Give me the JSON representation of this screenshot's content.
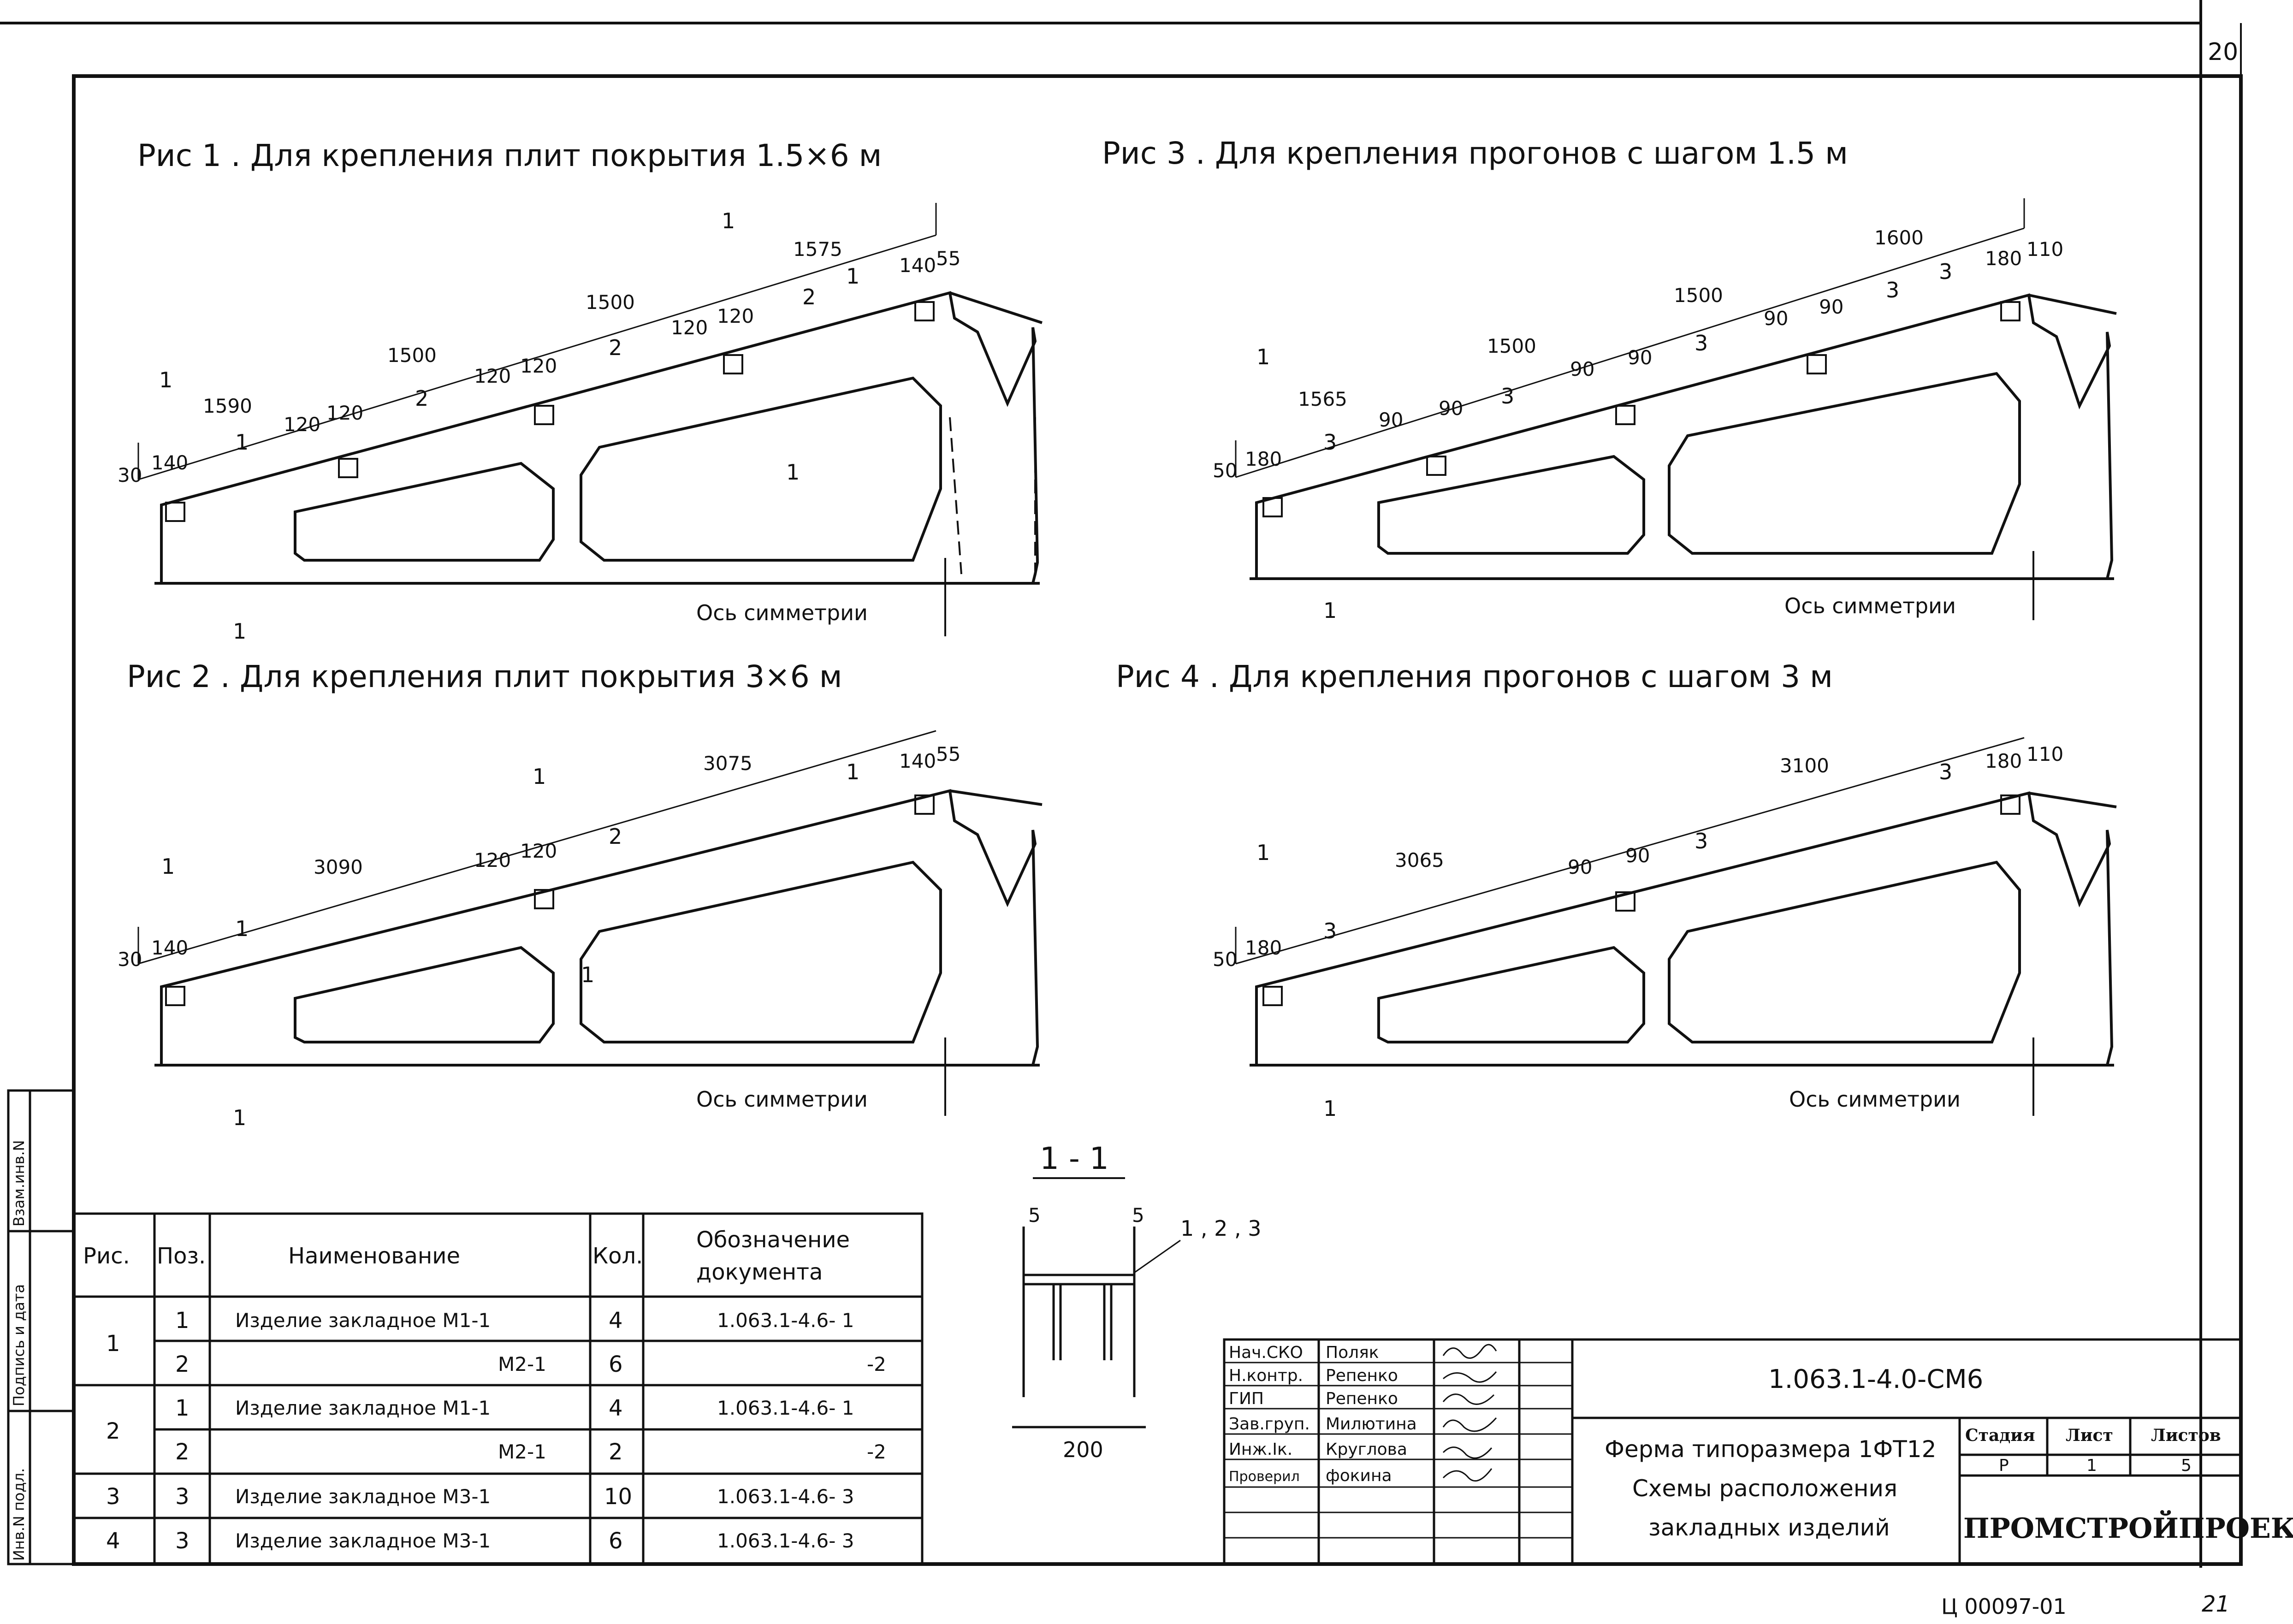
{
  "sheet": {
    "corner_number": "20",
    "page_number": "21",
    "archive_code": "Ц 00097-01"
  },
  "figures": {
    "fig1": {
      "title": "Рис 1 . Для крепления плит покрытия 1.5×6 м",
      "dims": [
        "30",
        "140",
        "1590",
        "120",
        "120",
        "1500",
        "120",
        "120",
        "1500",
        "120",
        "120",
        "1575",
        "140",
        "55"
      ],
      "positions": [
        "1",
        "2",
        "2",
        "2",
        "1"
      ],
      "section_marks": [
        "1",
        "1",
        "1",
        "1"
      ],
      "axis_label": "Ось симметрии"
    },
    "fig2": {
      "title": "Рис 2 . Для крепления плит покрытия 3×6 м",
      "dims": [
        "30",
        "140",
        "3090",
        "120",
        "120",
        "3075",
        "140",
        "55"
      ],
      "positions": [
        "1",
        "2",
        "1",
        "1"
      ],
      "section_marks": [
        "1",
        "1",
        "1"
      ],
      "axis_label": "Ось симметрии"
    },
    "fig3": {
      "title": "Рис 3 . Для крепления прогонов с шагом 1.5 м",
      "dims": [
        "50",
        "180",
        "1565",
        "90",
        "90",
        "1500",
        "90",
        "90",
        "1500",
        "90",
        "90",
        "1600",
        "180",
        "110"
      ],
      "positions": [
        "3",
        "3",
        "3",
        "3",
        "3"
      ],
      "section_marks": [
        "1",
        "1"
      ],
      "axis_label": "Ось симметрии"
    },
    "fig4": {
      "title": "Рис 4 . Для крепления прогонов с шагом 3 м",
      "dims": [
        "50",
        "180",
        "3065",
        "90",
        "90",
        "3100",
        "180",
        "110"
      ],
      "positions": [
        "3",
        "3",
        "3"
      ],
      "section_marks": [
        "1",
        "1"
      ],
      "axis_label": "Ось симметрии"
    }
  },
  "section": {
    "title": "1 - 1",
    "dim_left": "5",
    "dim_right": "5",
    "leader": "1 , 2 , 3",
    "width": "200"
  },
  "spec_table": {
    "headers": [
      "Рис.",
      "Поз.",
      "Наименование",
      "Кол.",
      "Обозначение документа"
    ],
    "header_doc_line1": "Обозначение",
    "header_doc_line2": "документа",
    "rows": [
      {
        "fig": "1",
        "pos": "1",
        "name": "Изделие закладное М1-1",
        "qty": "4",
        "doc": "1.063.1-4.6- 1"
      },
      {
        "fig": "",
        "pos": "2",
        "name": "М2-1",
        "qty": "6",
        "doc": "-2"
      },
      {
        "fig": "2",
        "pos": "1",
        "name": "Изделие закладное М1-1",
        "qty": "4",
        "doc": "1.063.1-4.6- 1"
      },
      {
        "fig": "",
        "pos": "2",
        "name": "М2-1",
        "qty": "2",
        "doc": "-2"
      },
      {
        "fig": "3",
        "pos": "3",
        "name": "Изделие закладное М3-1",
        "qty": "10",
        "doc": "1.063.1-4.6- 3"
      },
      {
        "fig": "4",
        "pos": "3",
        "name": "Изделие закладное М3-1",
        "qty": "6",
        "doc": "1.063.1-4.6- 3"
      }
    ]
  },
  "side_stamp": [
    "Взам.инв.N",
    "Подпись и дата",
    "Инв.N подл."
  ],
  "title_block": {
    "roles": [
      "Нач.СКО",
      "Н.контр.",
      "ГИП",
      "Зав.груп.",
      "Инж.Iк.",
      "Проверил"
    ],
    "names": [
      "Поляк",
      "Репенко",
      "Репенко",
      "Милютина",
      "Круглова",
      "фокина"
    ],
    "code": "1.063.1-4.0-СМ6",
    "title_lines": [
      "Ферма типоразмера 1ФТ12",
      "Схемы расположения",
      "закладных изделий"
    ],
    "stage_label": "Стадия",
    "sheet_label": "Лист",
    "sheets_label": "Листов",
    "stage": "Р",
    "sheet": "1",
    "sheets": "5",
    "org": "ПРОМСТРОЙПРОЕКТ"
  }
}
